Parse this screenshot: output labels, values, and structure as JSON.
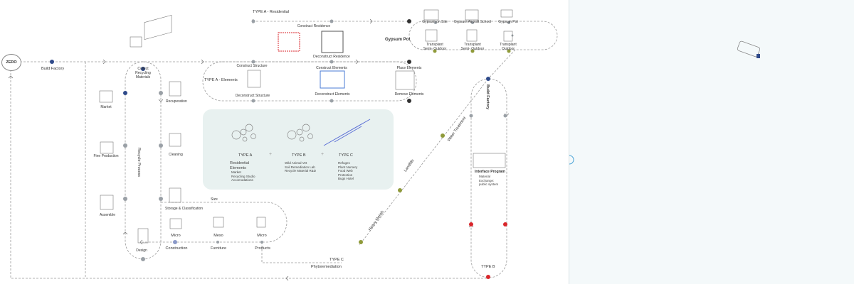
{
  "start_node": "ZERO",
  "build_factory": "Build Factory",
  "type_a_residential": {
    "title": "TYPE A - Residential",
    "construct": "Construct Residence",
    "deconstruct": "Deconstruct Residence"
  },
  "gypsum": {
    "title": "Gypsum Pot",
    "items": [
      "Gypsum on Site",
      "Gypsum Aircraft School",
      "Gypsum Pot"
    ],
    "transplants": [
      "Transplant\nSemi- Outdoor",
      "Transplant\nSemi- Outdoor",
      "Transplant\nOutdoor"
    ]
  },
  "type_a_elements": {
    "title": "TYPE A - Elements",
    "steps_top": [
      "Construct Structure",
      "Construct Elements",
      "Place Elements"
    ],
    "steps_bottom": [
      "Deconstruct Structure",
      "Deconstruct Elements",
      "Remove Elements"
    ]
  },
  "recycle": {
    "title": "Recycle Process",
    "collect": "Collect\nRecycling\nMaterials",
    "right_steps": [
      "Recuperation",
      "Cleaning",
      "Storage & Classification"
    ],
    "left_steps": [
      "Market",
      "Fine Production",
      "Assemble"
    ],
    "design": "Design"
  },
  "size": {
    "title": "Size",
    "levels": [
      "Micro",
      "Meso",
      "Micro"
    ],
    "outputs": [
      "Construction",
      "Furniture",
      "Products"
    ]
  },
  "types_panel": {
    "type_a": {
      "title": "TYPE A",
      "subtitle": "Residential\nElements",
      "items": "Market\nRecycling Studio\nAccomodations"
    },
    "type_b": {
      "title": "TYPE B",
      "items": "Wild Animal Vet\nSoil Remediation Lab\nRecycle Material R&D"
    },
    "type_c": {
      "title": "TYPE C",
      "items": "Refuges\nPlant Nursery\nFood Web\nProtection\nBugs Hotel"
    },
    "plus": "+"
  },
  "build_factory_vertical": "Build Factory",
  "diagonal_labels": [
    "Water Treatment",
    "Landfills",
    "Heavy Metals"
  ],
  "interface": {
    "title": "Interface Program",
    "body": "Material\nExchange:\npublic system"
  },
  "type_c_bottom": {
    "title": "TYPE C",
    "subtitle": "Phytoremediation"
  },
  "type_b_bottom": "TYPE B",
  "colors": {
    "dot_blue": "#2f4a8a",
    "dot_grey": "#9aa0a6",
    "dot_dark": "#333333",
    "dot_red": "#d9262b",
    "dot_olive": "#8f9a3a",
    "panel_bg": "#e8f1f0",
    "right_bg": "#f4f9fa"
  }
}
